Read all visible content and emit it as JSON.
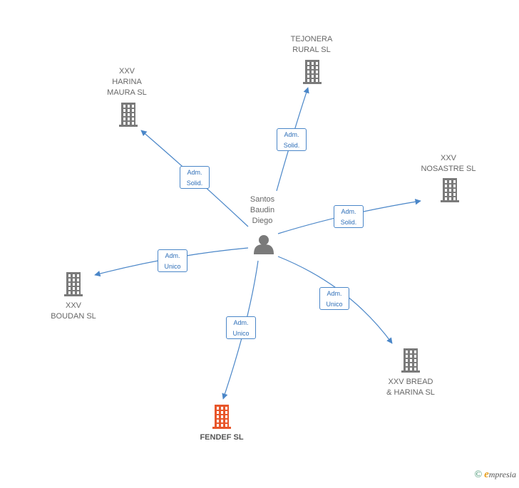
{
  "center": {
    "label": "Santos\nBaudin\nDiego"
  },
  "nodes": [
    {
      "id": "tejonera",
      "label": "TEJONERA\nRURAL  SL",
      "highlight": false
    },
    {
      "id": "harina-maura",
      "label": "XXV\nHARINA\nMAURA  SL",
      "highlight": false
    },
    {
      "id": "nosastre",
      "label": "XXV\nNOSASTRE SL",
      "highlight": false
    },
    {
      "id": "boudan",
      "label": "XXV\nBOUDAN SL",
      "highlight": false
    },
    {
      "id": "bread-harina",
      "label": "XXV BREAD\n& HARINA  SL",
      "highlight": false
    },
    {
      "id": "fendef",
      "label": "FENDEF  SL",
      "highlight": true
    }
  ],
  "edges": [
    {
      "to": "tejonera",
      "label": "Adm.\nSolid."
    },
    {
      "to": "harina-maura",
      "label": "Adm.\nSolid."
    },
    {
      "to": "nosastre",
      "label": "Adm.\nSolid."
    },
    {
      "to": "boudan",
      "label": "Adm.\nUnico"
    },
    {
      "to": "bread-harina",
      "label": "Adm.\nUnico"
    },
    {
      "to": "fendef",
      "label": "Adm.\nUnico"
    }
  ],
  "colors": {
    "edge": "#4a86c8",
    "building": "#7a7a7a",
    "building_highlight": "#e8562a",
    "person": "#7a7a7a"
  },
  "icons": {
    "person": "person-icon",
    "building": "building-icon"
  },
  "brand": {
    "copyright": "©",
    "e": "e",
    "rest": "mpresia"
  }
}
